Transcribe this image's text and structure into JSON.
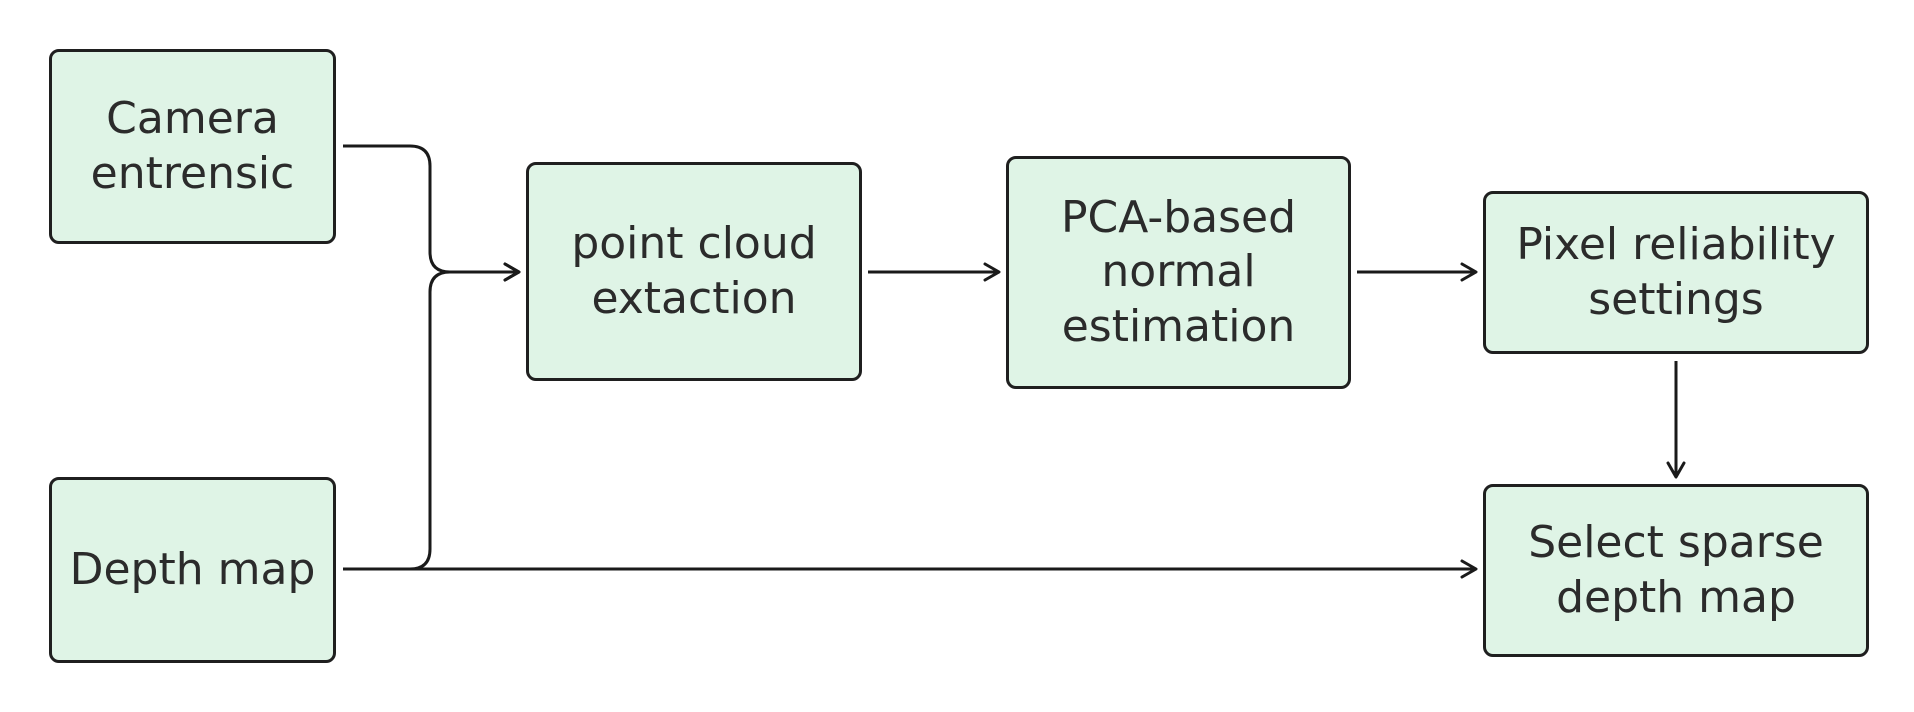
{
  "nodes": {
    "camera": {
      "label": "Camera\nentrensic"
    },
    "depth": {
      "label": "Depth map"
    },
    "point": {
      "label": "point cloud\nextaction"
    },
    "pca": {
      "label": "PCA-based\nnormal\nestimation"
    },
    "pixel": {
      "label": "Pixel reliability\nsettings"
    },
    "select": {
      "label": "Select sparse\ndepth map"
    }
  },
  "edges": [
    {
      "from": "camera",
      "to": "point"
    },
    {
      "from": "depth",
      "to": "point"
    },
    {
      "from": "point",
      "to": "pca"
    },
    {
      "from": "pca",
      "to": "pixel"
    },
    {
      "from": "pixel",
      "to": "select"
    },
    {
      "from": "depth",
      "to": "select"
    }
  ],
  "colors": {
    "node_fill": "#dff4e6",
    "node_border": "#1f1f1f",
    "edge": "#1a1a1a",
    "text": "#2b2b2b"
  }
}
